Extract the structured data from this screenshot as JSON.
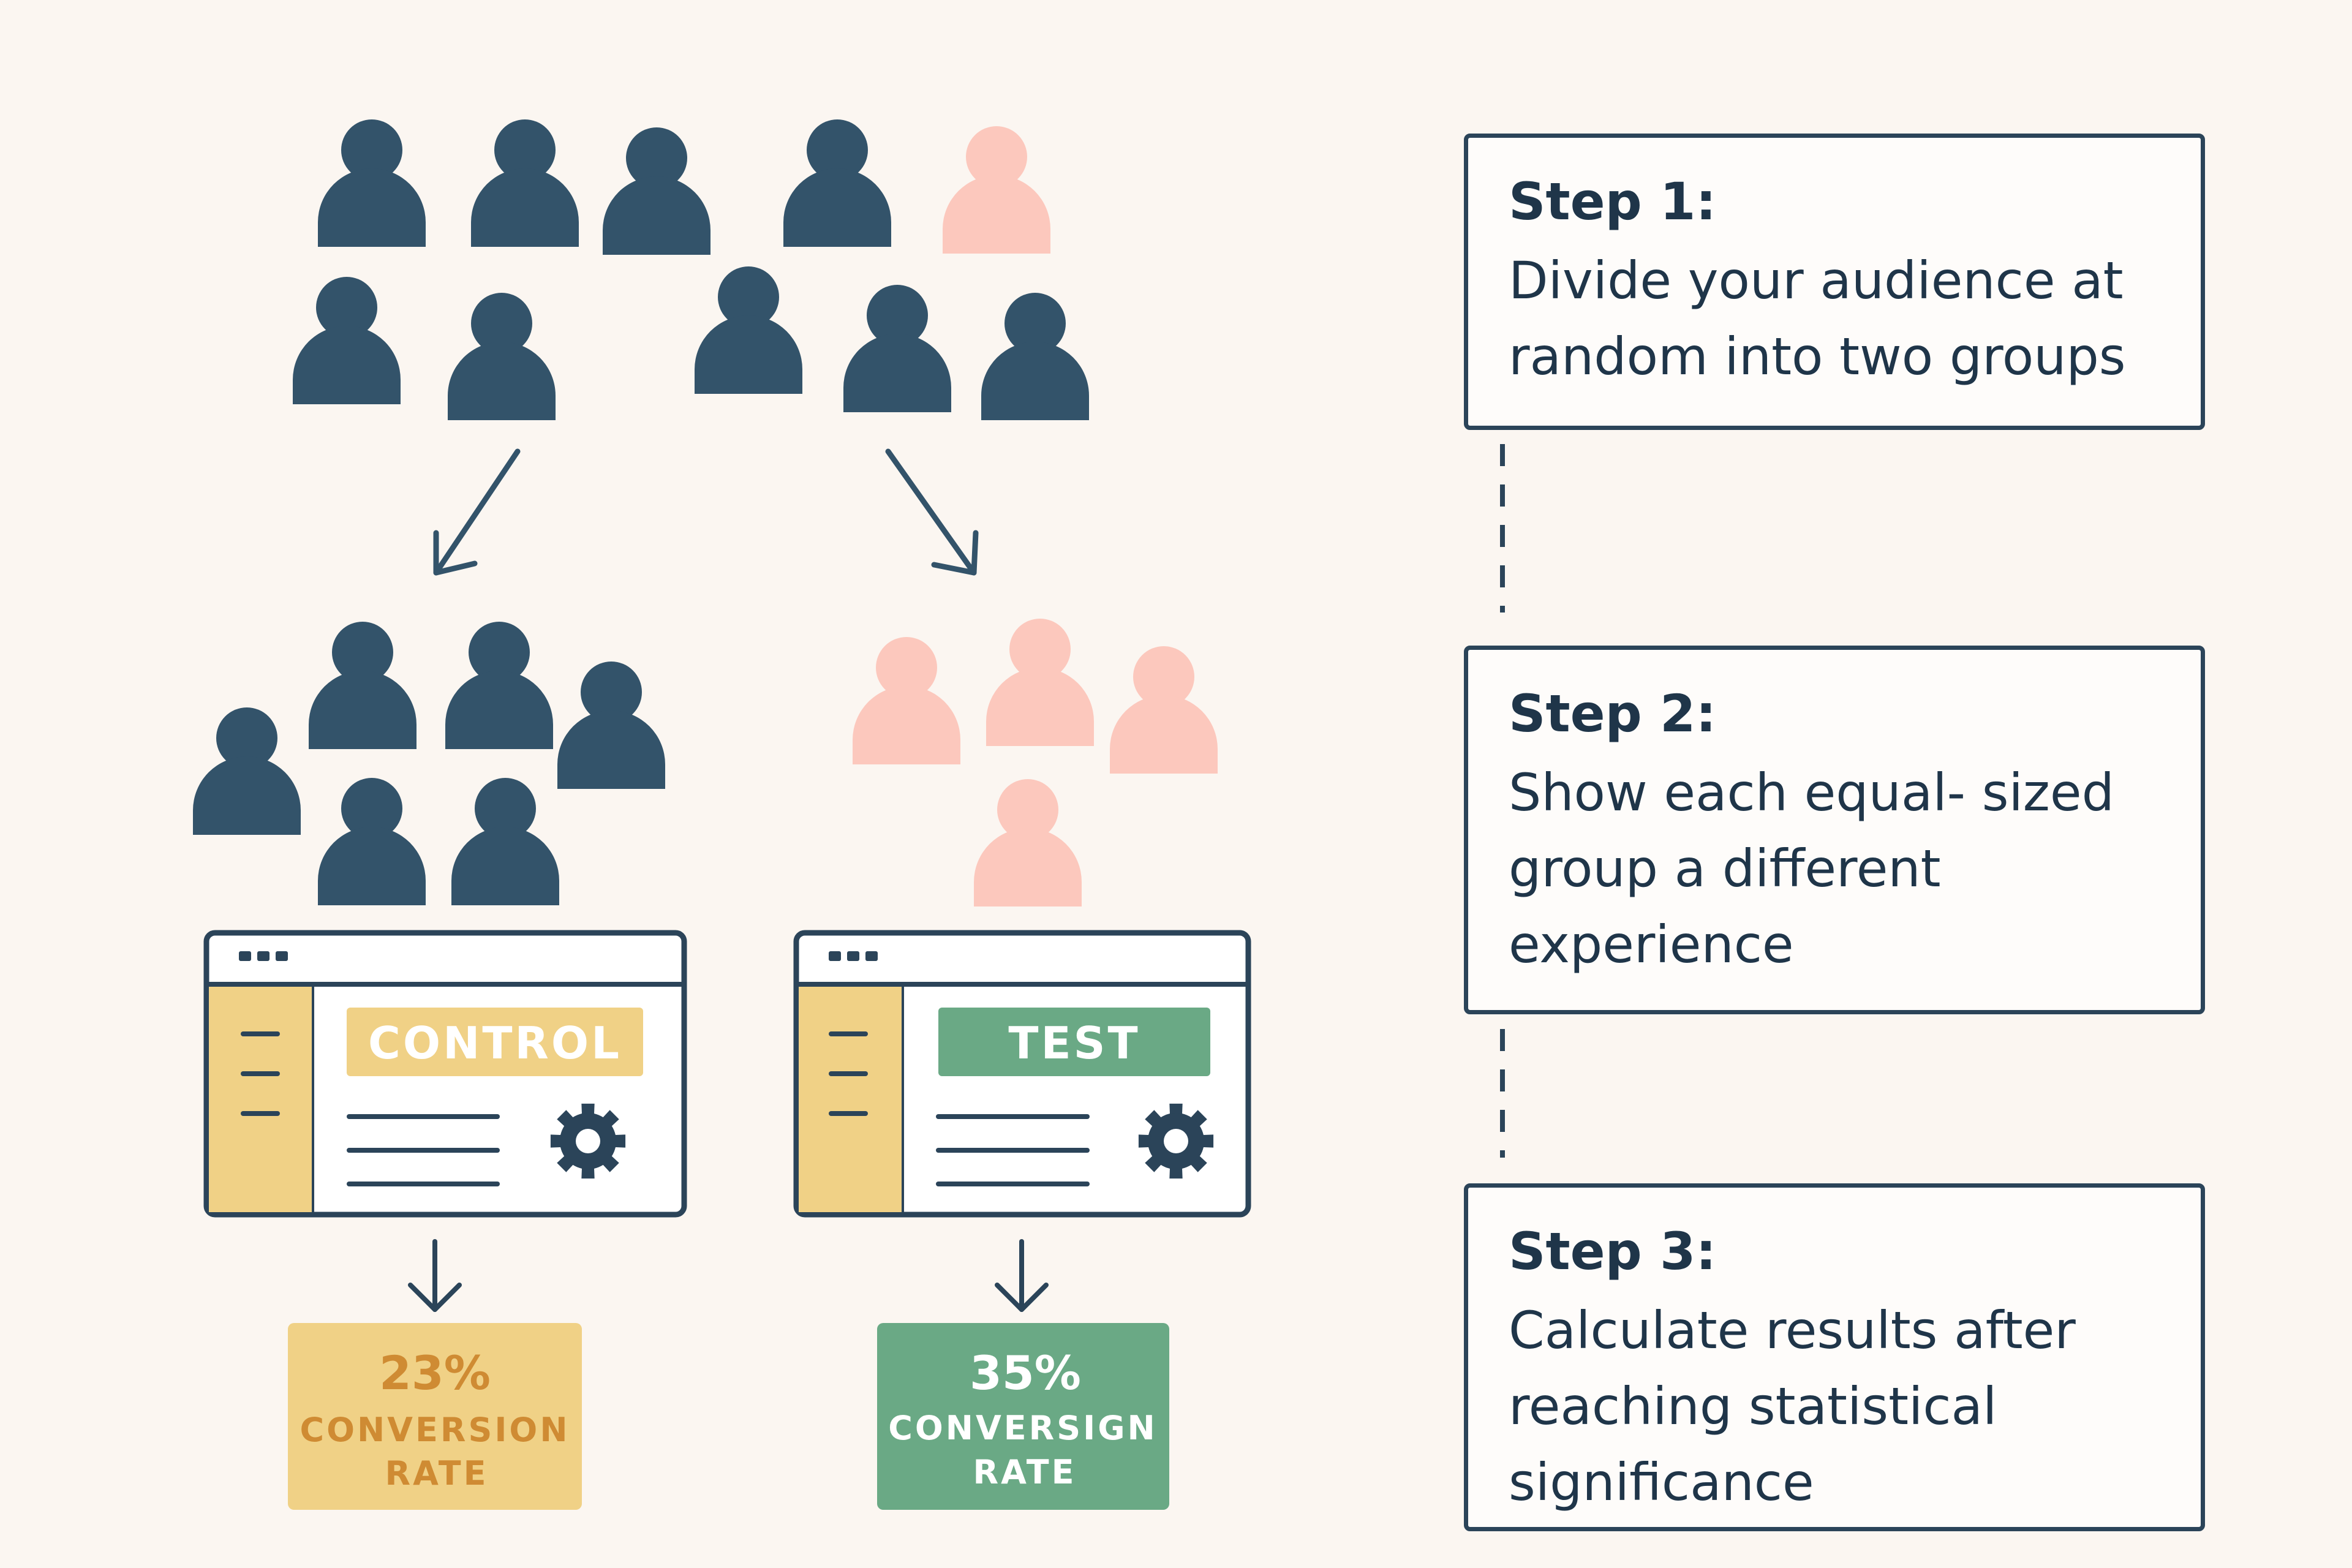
{
  "colors": {
    "background": "#fbf6f1",
    "navy": "#33536a",
    "outline": "#2b4459",
    "pink": "#fcc8bd",
    "control_yellow": "#f0d186",
    "control_text": "#cf8b33",
    "test_green": "#6aa985",
    "white": "#ffffff"
  },
  "variants": {
    "control": {
      "label": "CONTROL",
      "result": {
        "value": "23%",
        "line1": "CONVERSION",
        "line2": "RATE"
      }
    },
    "test": {
      "label": "TEST",
      "result": {
        "value": "35%",
        "line1": "CONVERSIGN",
        "line2": "RATE"
      }
    }
  },
  "steps": [
    {
      "title": "Step 1:",
      "text": "Divide your audience at random into two groups"
    },
    {
      "title": "Step 2:",
      "text": "Show each equal- sized group a different experience"
    },
    {
      "title": "Step 3:",
      "text": "Calculate results after reaching statistical significance"
    }
  ],
  "icons": {
    "person": "person-icon",
    "arrow": "arrow-icon",
    "gear": "gear-icon",
    "menu": "menu-icon",
    "window_dots": "window-dots-icon"
  }
}
